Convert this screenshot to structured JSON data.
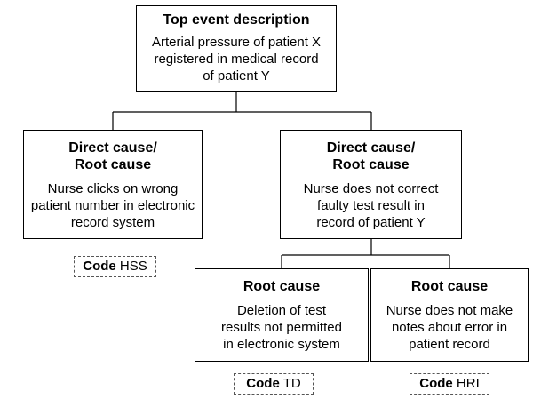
{
  "top_event": {
    "title": "Top event description",
    "line1": "Arterial pressure of patient X",
    "line2": "registered in medical record",
    "line3": "of patient Y"
  },
  "left_cause": {
    "title_line1": "Direct cause/",
    "title_line2": "Root cause",
    "line1": "Nurse clicks on wrong",
    "line2": "patient number in electronic",
    "line3": "record system"
  },
  "right_cause": {
    "title_line1": "Direct cause/",
    "title_line2": "Root cause",
    "line1": "Nurse does not correct",
    "line2": "faulty test result in",
    "line3": "record of patient Y"
  },
  "root_cause_1": {
    "title": "Root cause",
    "line1": "Deletion of test",
    "line2": "results not permitted",
    "line3": "in electronic system"
  },
  "root_cause_2": {
    "title": "Root cause",
    "line1": "Nurse does not make",
    "line2": "notes about error in",
    "line3": "patient record"
  },
  "codes": {
    "label": "Code",
    "hss": "HSS",
    "td": "TD",
    "hri": "HRI"
  }
}
